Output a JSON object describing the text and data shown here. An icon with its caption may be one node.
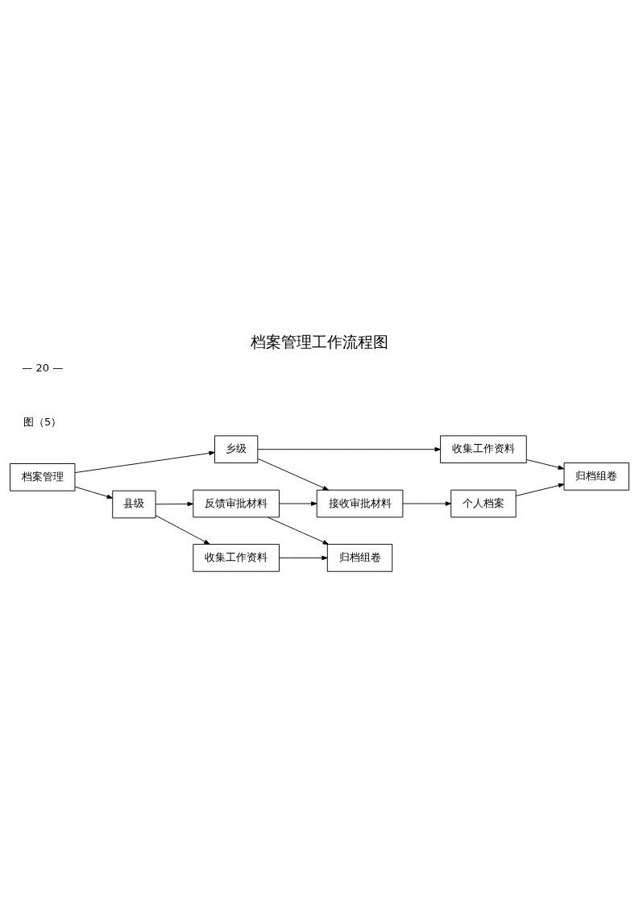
{
  "diagram": {
    "title": "档案管理工作流程图",
    "nodes": [
      {
        "text": [
          "档案管理"
        ]
      },
      {
        "text": [
          "乡级"
        ]
      },
      {
        "text": [
          "县级"
        ]
      },
      {
        "text": [
          "收集工作资料"
        ]
      },
      {
        "text": [
          "接收审批材料"
        ]
      },
      {
        "text": [
          "个人档案"
        ]
      },
      {
        "text": [
          "归档组卷"
        ]
      },
      {
        "text": [
          "反馈审批材料"
        ]
      },
      {
        "text": [
          "收集工作资料"
        ]
      },
      {
        "text": [
          "归档组卷"
        ]
      }
    ],
    "edges": [
      {
        "from": 0,
        "to": 1,
        "arrow": "to"
      },
      {
        "from": 0,
        "to": 2,
        "arrow": "to"
      },
      {
        "from": 1,
        "to": 3,
        "arrow": "to"
      },
      {
        "from": 1,
        "to": 4,
        "arrow": "to"
      },
      {
        "from": 4,
        "to": 5,
        "arrow": "to"
      },
      {
        "from": 3,
        "to": 6,
        "arrow": "to"
      },
      {
        "from": 5,
        "to": 6,
        "arrow": "to"
      },
      {
        "from": 2,
        "to": 7,
        "arrow": "to"
      },
      {
        "from": 2,
        "to": 8,
        "arrow": "to"
      },
      {
        "from": 7,
        "to": 4,
        "arrow": "to"
      },
      {
        "from": 7,
        "to": 9,
        "arrow": "to"
      },
      {
        "from": 8,
        "to": 9,
        "arrow": "to"
      }
    ],
    "labels": [
      "图（5）",
      "— 20 —"
    ]
  }
}
